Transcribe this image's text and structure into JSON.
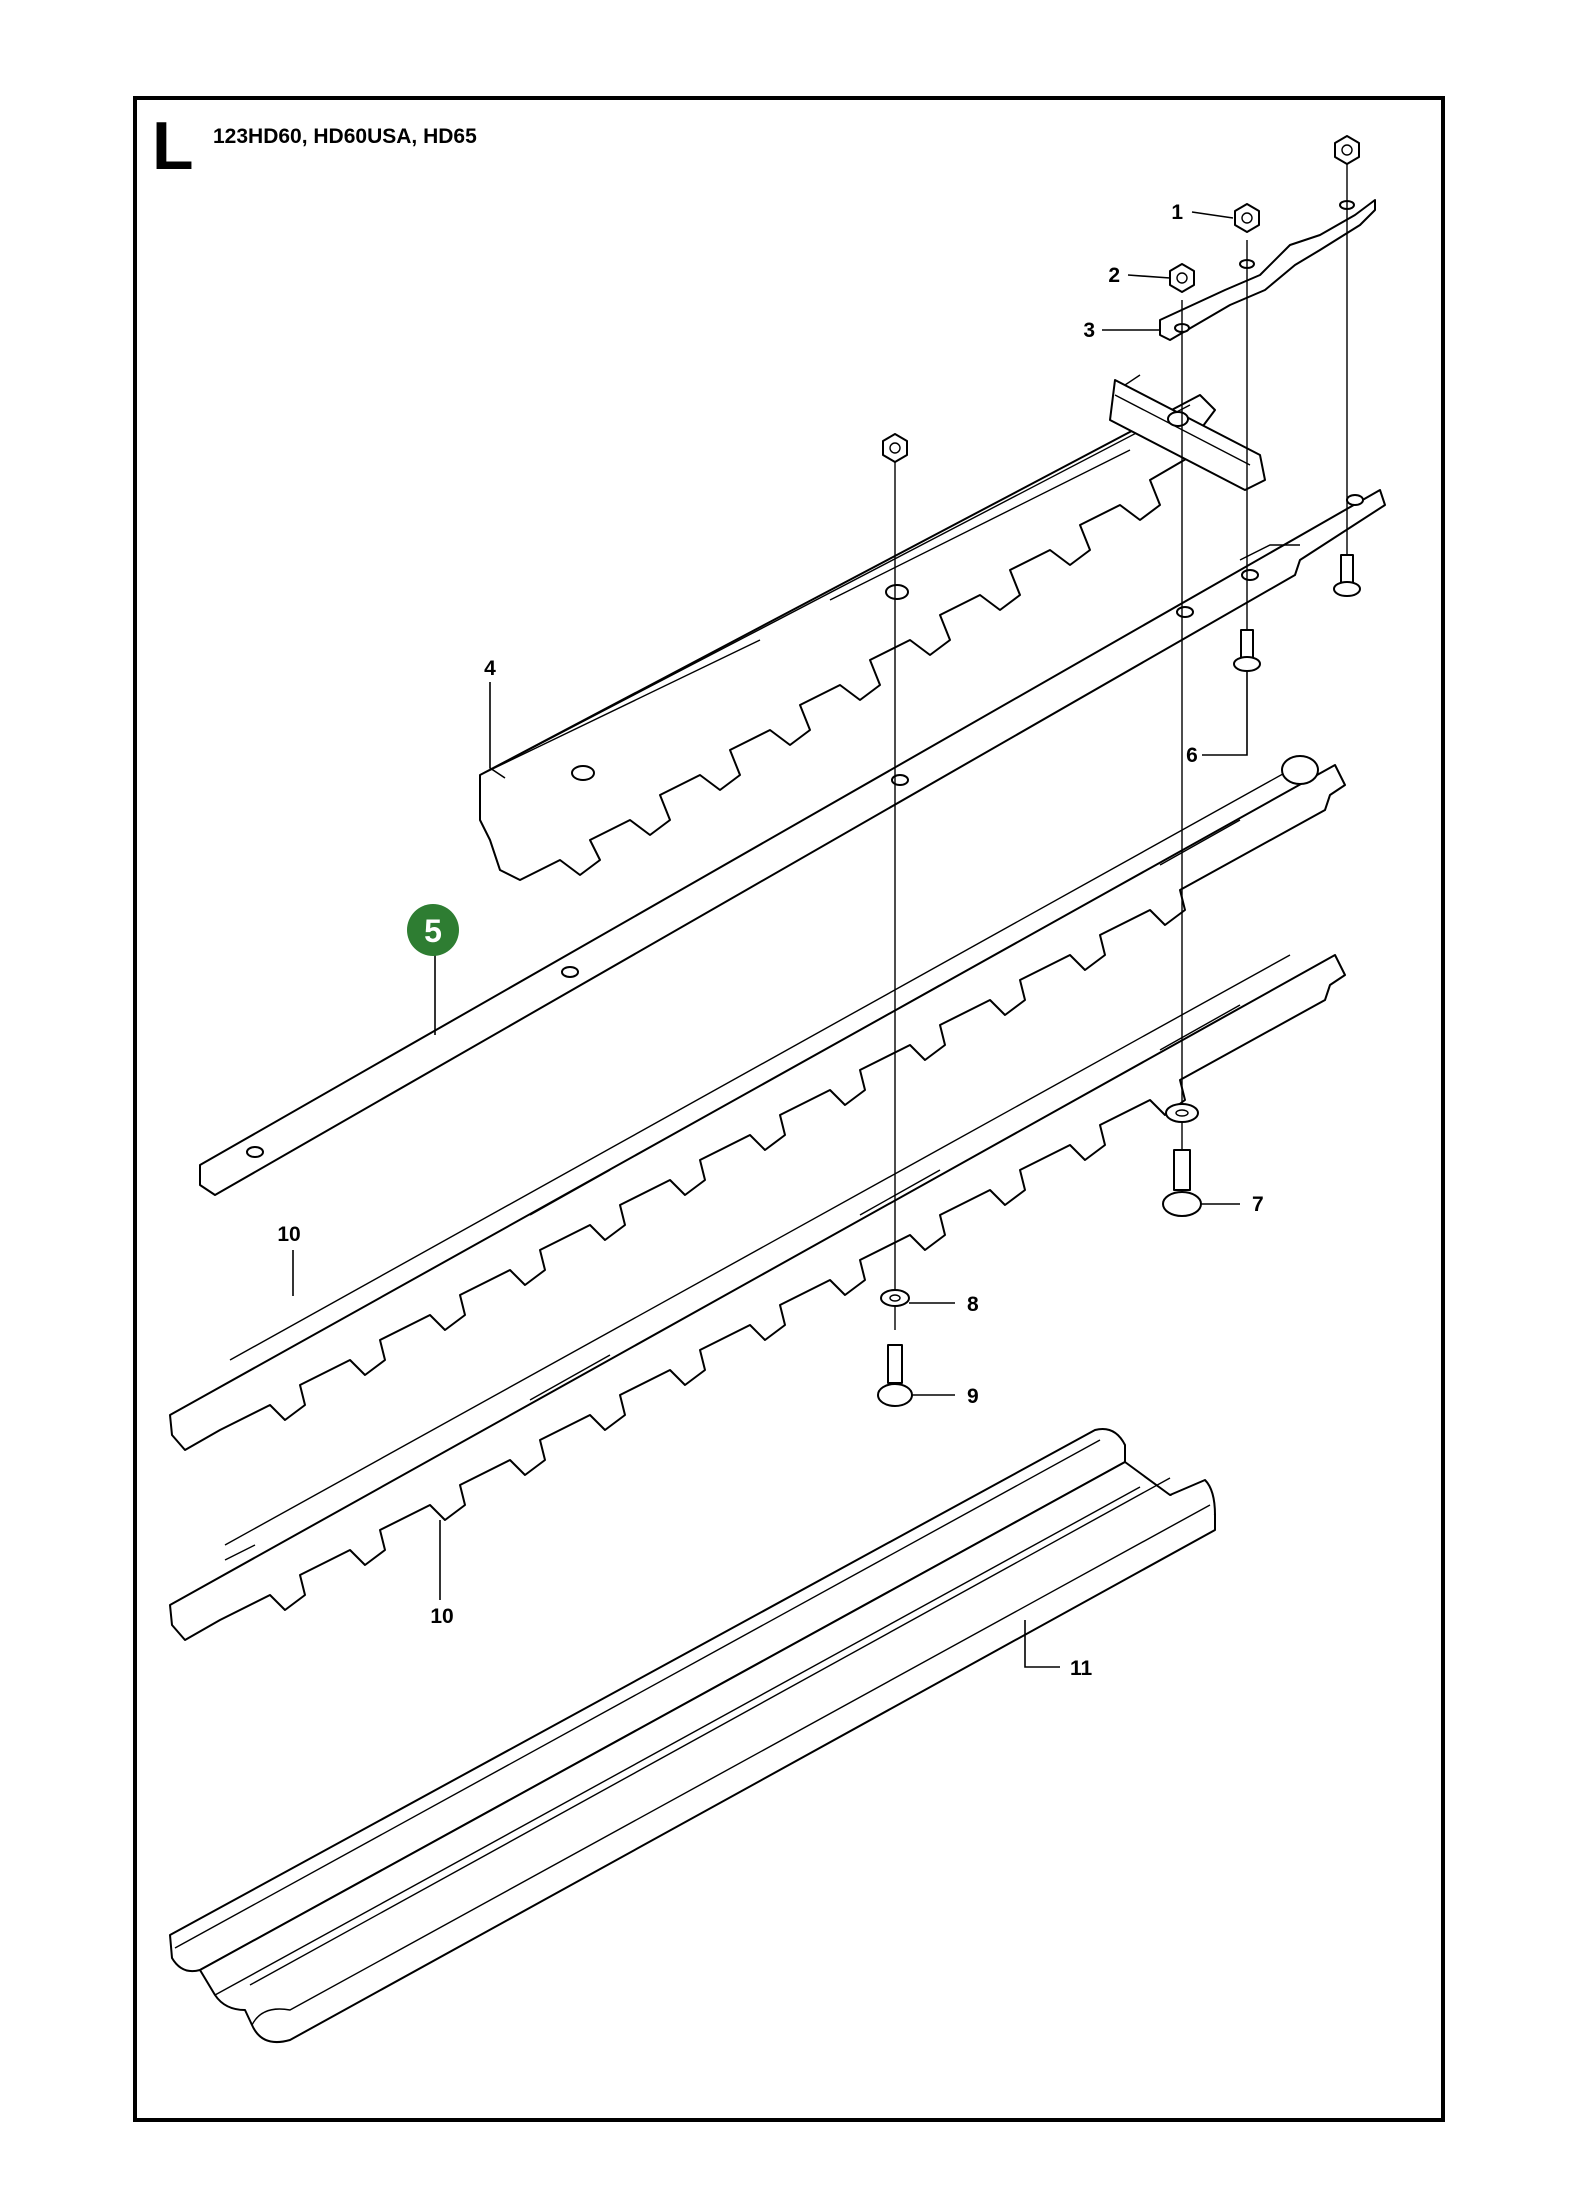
{
  "header": {
    "section_letter": "L",
    "models": "123HD60, HD60USA, HD65"
  },
  "highlight": {
    "number": "5",
    "color": "#2e7d32"
  },
  "callouts": [
    {
      "id": "c1",
      "text": "1"
    },
    {
      "id": "c2",
      "text": "2"
    },
    {
      "id": "c3",
      "text": "3"
    },
    {
      "id": "c4",
      "text": "4"
    },
    {
      "id": "c6",
      "text": "6"
    },
    {
      "id": "c7",
      "text": "7"
    },
    {
      "id": "c8",
      "text": "8"
    },
    {
      "id": "c9",
      "text": "9"
    },
    {
      "id": "c10a",
      "text": "10"
    },
    {
      "id": "c10b",
      "text": "10"
    },
    {
      "id": "c11",
      "text": "11"
    }
  ]
}
